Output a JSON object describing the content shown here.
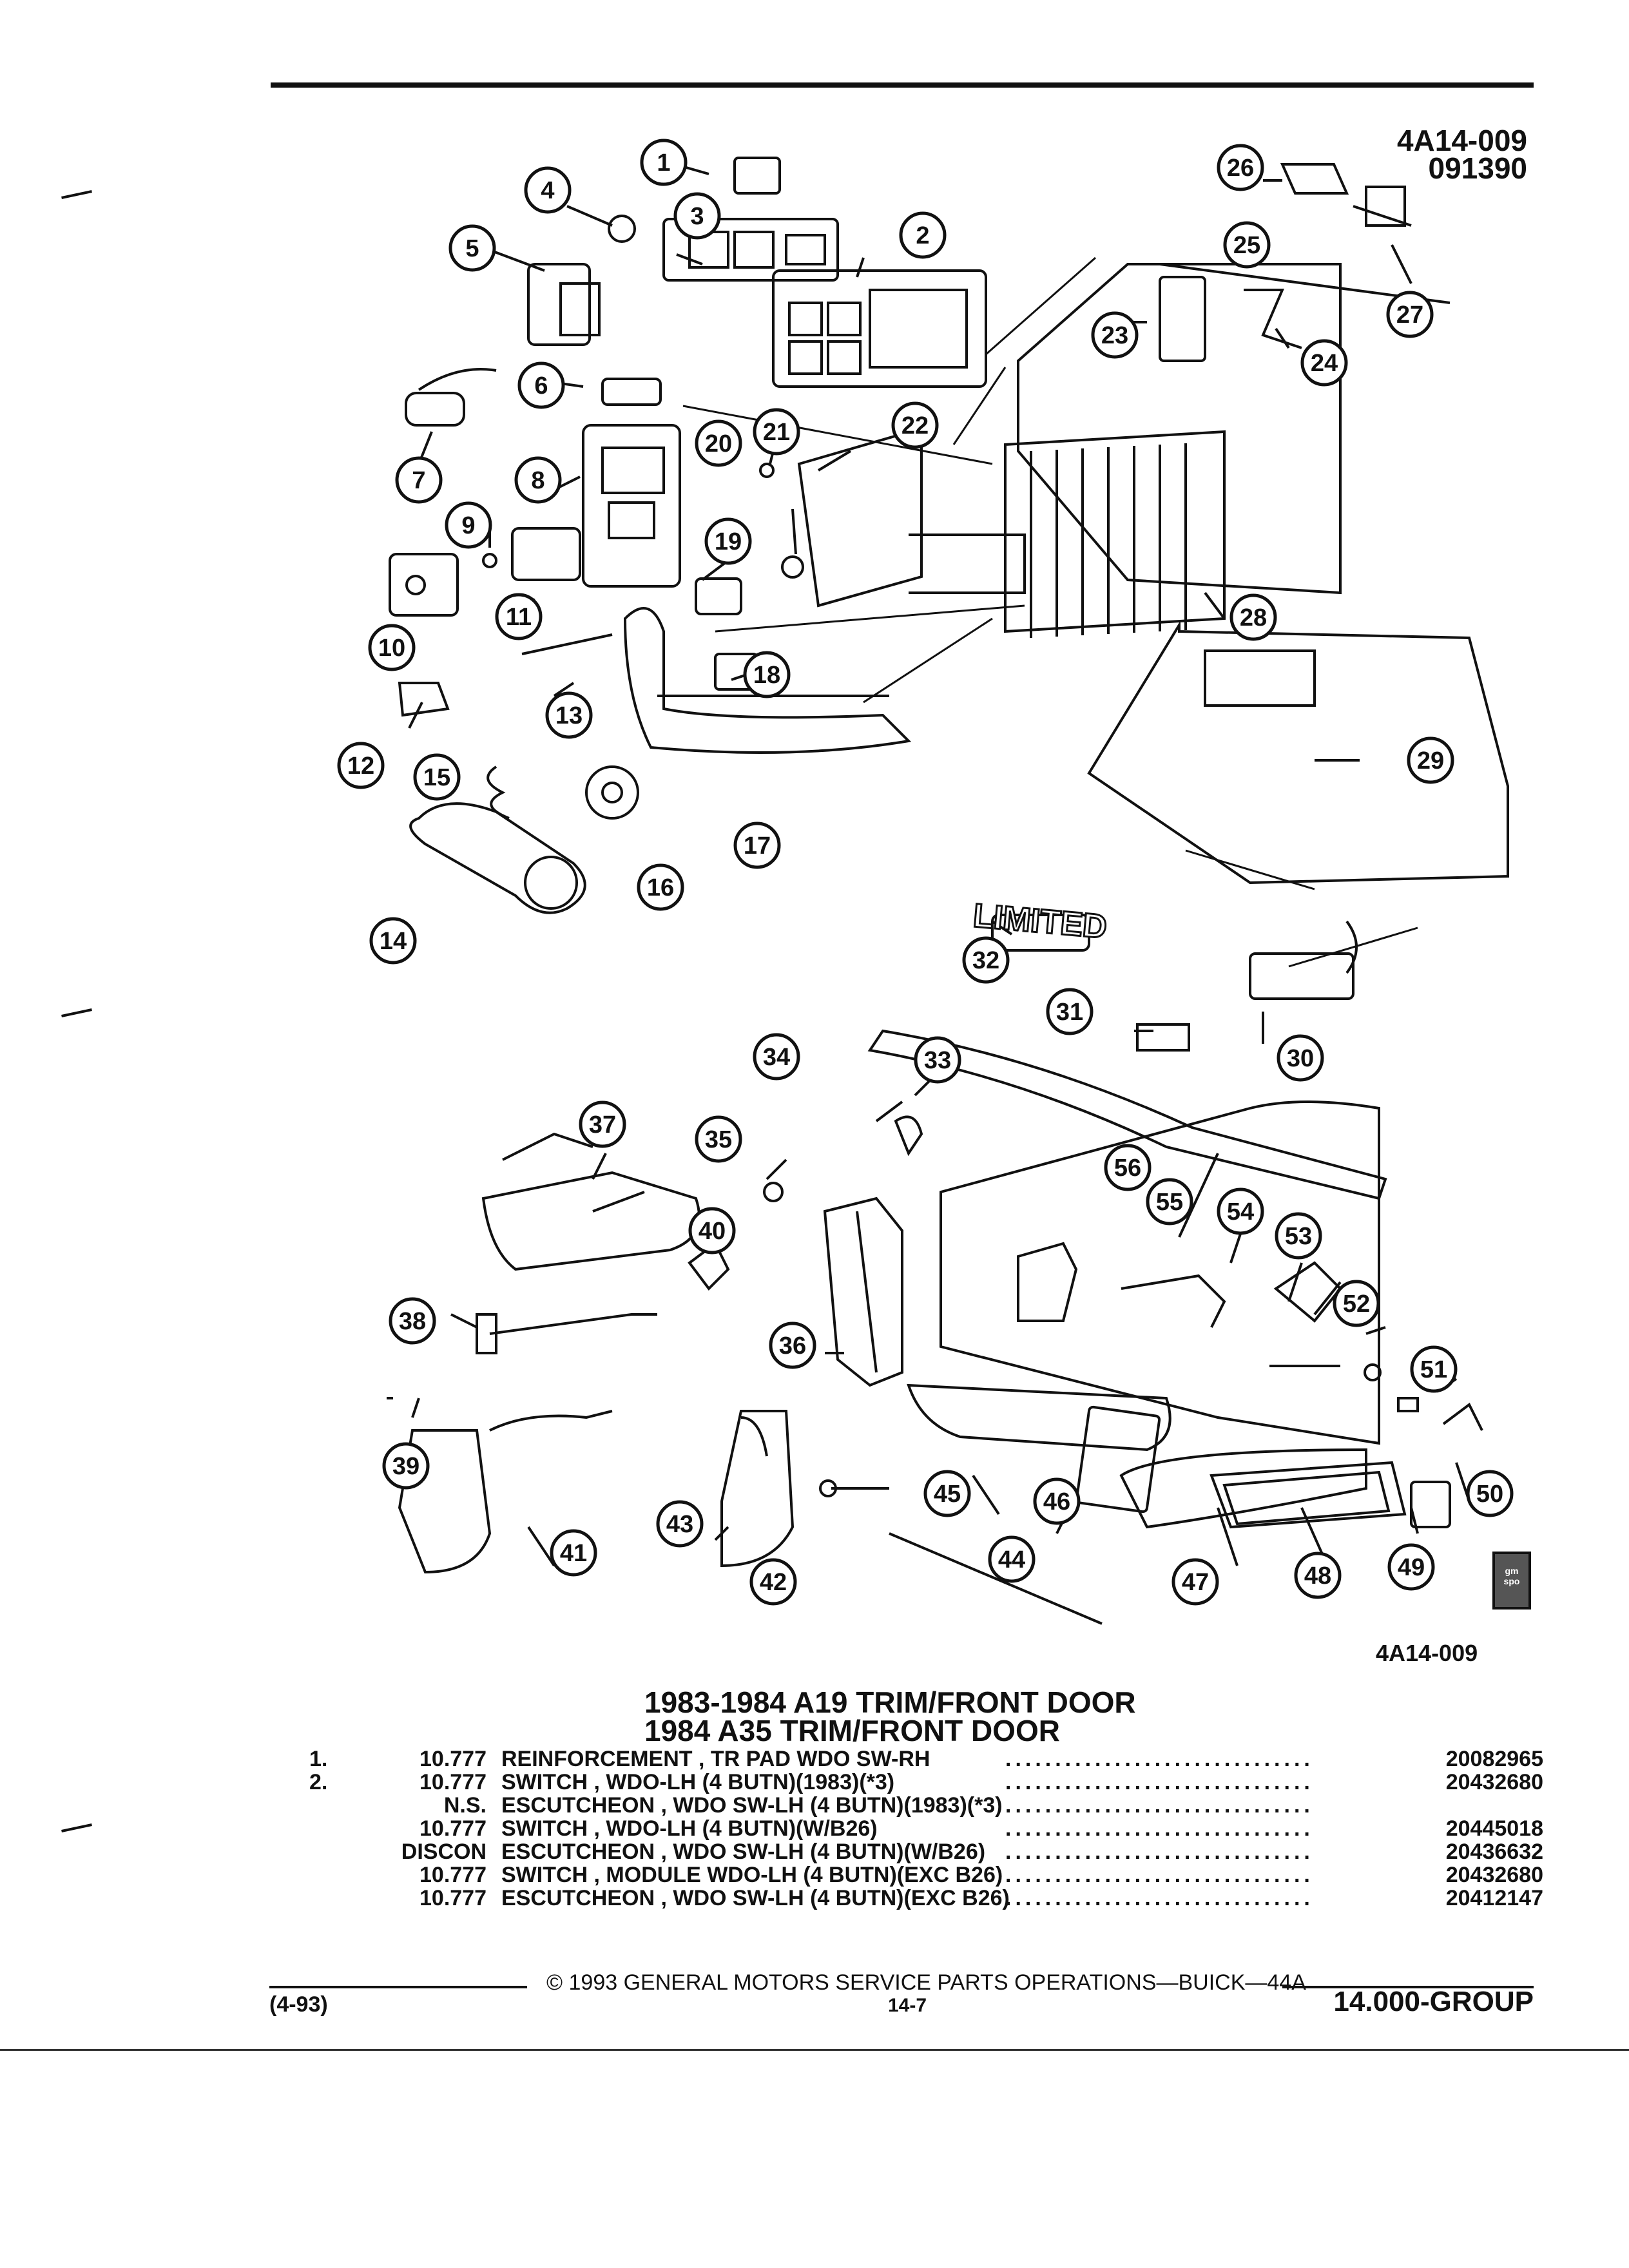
{
  "header": {
    "figure_code": "4A14-009",
    "figure_date": "091390"
  },
  "callouts": [
    "1",
    "2",
    "3",
    "4",
    "5",
    "6",
    "7",
    "8",
    "9",
    "10",
    "11",
    "12",
    "13",
    "14",
    "15",
    "16",
    "17",
    "18",
    "19",
    "20",
    "21",
    "22",
    "23",
    "24",
    "25",
    "26",
    "27",
    "28",
    "29",
    "30",
    "31",
    "32",
    "33",
    "34",
    "35",
    "36",
    "37",
    "38",
    "39",
    "40",
    "41",
    "42",
    "43",
    "44",
    "45",
    "46",
    "47",
    "48",
    "49",
    "50",
    "51",
    "52",
    "53",
    "54",
    "55",
    "56"
  ],
  "emblem_text": "LIMITED",
  "gm_logo_text": "gm spo",
  "figure_caption": "4A14-009",
  "section": {
    "title_line1": "1983-1984 A19 TRIM/FRONT DOOR",
    "title_line2": "1984 A35 TRIM/FRONT DOOR"
  },
  "parts": [
    {
      "item": "1.",
      "level": "10.777",
      "desc": "REINFORCEMENT , TR PAD WDO SW-RH",
      "part": "20082965"
    },
    {
      "item": "2.",
      "level": "10.777",
      "desc": "SWITCH , WDO-LH (4 BUTN)(1983)(*3)",
      "part": "20432680"
    },
    {
      "item": "",
      "level": "N.S.",
      "desc": "ESCUTCHEON , WDO SW-LH (4 BUTN)(1983)(*3)",
      "part": ""
    },
    {
      "item": "",
      "level": "10.777",
      "desc": "SWITCH , WDO-LH (4 BUTN)(W/B26)",
      "part": "20445018"
    },
    {
      "item": "",
      "level": "DISCON",
      "desc": "ESCUTCHEON , WDO SW-LH (4 BUTN)(W/B26)",
      "part": "20436632"
    },
    {
      "item": "",
      "level": "10.777",
      "desc": "SWITCH , MODULE WDO-LH (4 BUTN)(EXC B26)",
      "part": "20432680"
    },
    {
      "item": "",
      "level": "10.777",
      "desc": "ESCUTCHEON , WDO SW-LH (4 BUTN)(EXC B26)",
      "part": "20412147"
    }
  ],
  "leader_dots": "...............................",
  "footer": {
    "copyright": "© 1993 GENERAL MOTORS SERVICE PARTS OPERATIONS—BUICK—44A",
    "date": "(4-93)",
    "page": "14-7",
    "group": "14.000-GROUP"
  }
}
